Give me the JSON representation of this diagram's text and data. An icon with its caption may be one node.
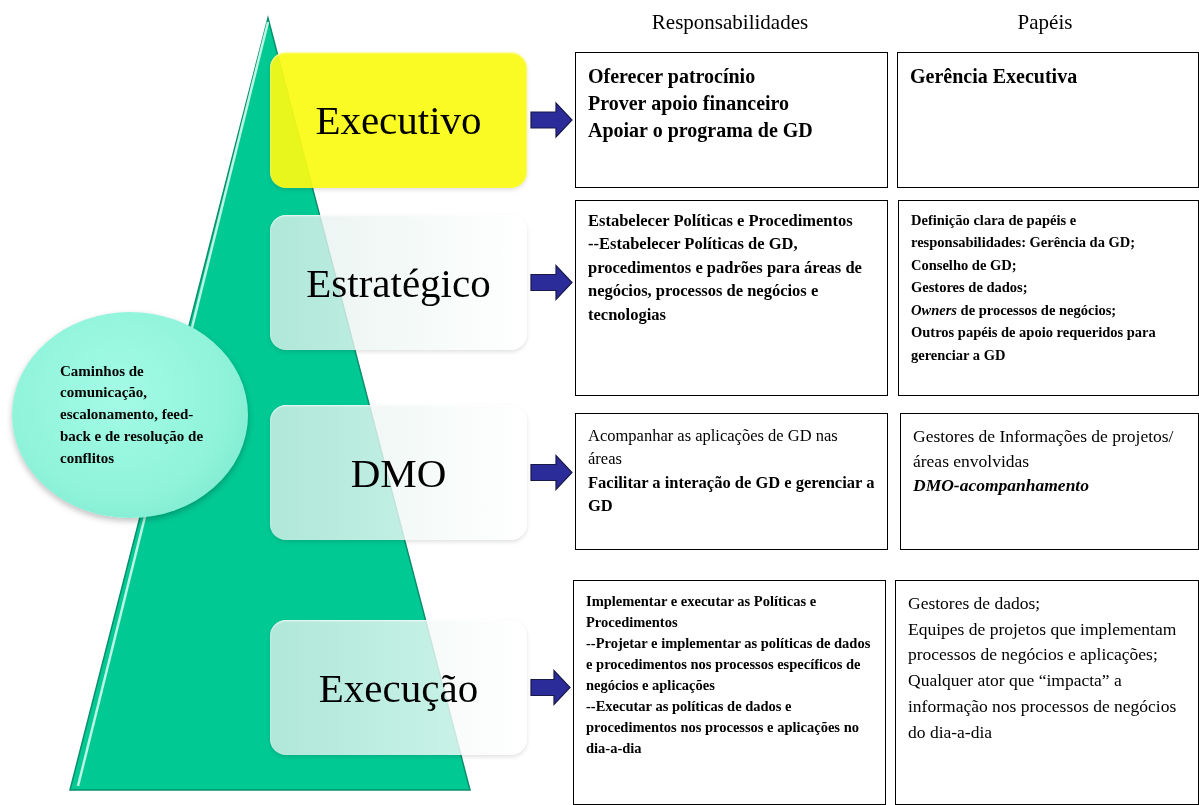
{
  "diagram": {
    "nodes": [
      {
        "text": [
          "Executivo"
        ]
      },
      {
        "text": [
          "Oferecer patrocínio",
          "Prover apoio financeiro",
          "Apoiar o programa de GD"
        ]
      },
      {
        "text": [
          "Gerência Executiva"
        ]
      },
      {
        "text": [
          "Estratégico"
        ]
      },
      {
        "text": [
          "Estabelecer Políticas e Procedimentos",
          "--Estabelecer Políticas de GD, procedimentos e padrões para áreas de negócios, processos de negócios e tecnologias"
        ]
      },
      {
        "text": [
          "Definição clara de papéis e responsabilidades: Gerência da GD;",
          "Conselho de GD;",
          "Gestores de dados;",
          "*Owners* de processos de negócios;",
          "Outros papéis de apoio requeridos para gerenciar a GD"
        ]
      },
      {
        "text": [
          "Caminhos de comunicação, escalonamento, feed-back e de resolução de conflitos"
        ]
      },
      {
        "text": [
          "DMO"
        ]
      },
      {
        "text": [
          "Acompanhar as aplicações de GD nas áreas",
          "Facilitar a interação de GD e gerenciar a GD"
        ]
      },
      {
        "text": [
          "Gestores de Informações de projetos/áreas envolvidas",
          "DMO-acompanhamento"
        ]
      },
      {
        "text": [
          "Execução"
        ]
      },
      {
        "text": [
          "Implementar e executar as Políticas e Procedimentos",
          "--Projetar e implementar as políticas de dados e procedimentos nos processos específicos de negócios e aplicações",
          "--Executar as políticas de dados e procedimentos nos processos e aplicações no dia-a-dia"
        ]
      },
      {
        "text": [
          "Gestores de dados;",
          "Equipes de projetos que implementam processos de negócios e aplicações;",
          "Qualquer ator que “impacta” a informação nos processos de negócios do dia-a-dia"
        ]
      }
    ],
    "edges": [
      {
        "from": 0,
        "to": 1,
        "arrow": "to"
      },
      {
        "from": 3,
        "to": 4,
        "arrow": "to"
      },
      {
        "from": 7,
        "to": 8,
        "arrow": "to"
      },
      {
        "from": 10,
        "to": 11,
        "arrow": "to"
      }
    ],
    "labels": [
      "Responsabilidades",
      "Papéis"
    ]
  }
}
